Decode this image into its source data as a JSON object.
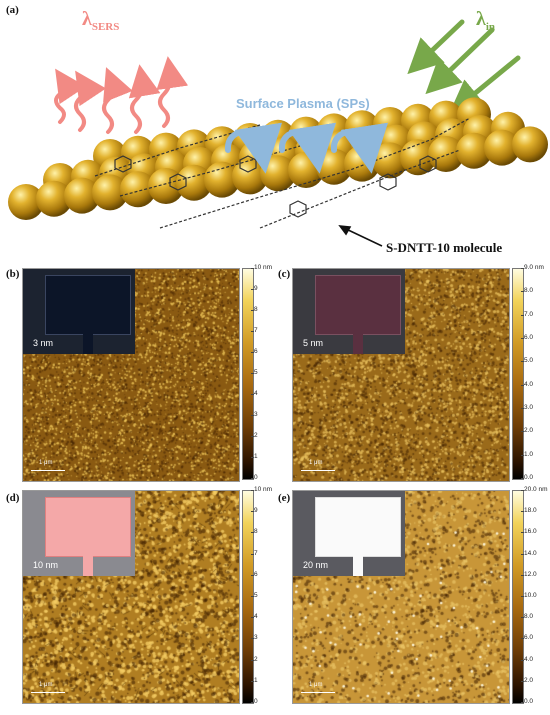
{
  "figure": {
    "panel_labels": {
      "a": "(a)",
      "b": "(b)",
      "c": "(c)",
      "d": "(d)",
      "e": "(e)"
    },
    "schematic": {
      "lambda_sers_main": "λ",
      "lambda_sers_sub": "SERS",
      "lambda_in_main": "λ",
      "lambda_in_sub": "in",
      "plasma_label": "Surface Plasma (SPs)",
      "molecule_label": "S-DNTT-10 molecule",
      "colors": {
        "scattered_arrows": "#f28a84",
        "incident_arrows": "#78a84a",
        "plasma_arrows": "#8fb8dc",
        "gold": "#d8a820"
      }
    },
    "afm_panels": [
      {
        "id": "b",
        "inset_label": "3 nm",
        "scale_bar": "1 μm",
        "colorbar_ticks": [
          "10 nm",
          "9",
          "8",
          "7",
          "6",
          "5",
          "4",
          "3",
          "2",
          "1",
          "0"
        ]
      },
      {
        "id": "c",
        "inset_label": "5 nm",
        "scale_bar": "1 μm",
        "colorbar_ticks": [
          "9.0 nm",
          "8.0",
          "7.0",
          "6.0",
          "5.0",
          "4.0",
          "3.0",
          "2.0",
          "1.0",
          "0.0"
        ]
      },
      {
        "id": "d",
        "inset_label": "10 nm",
        "scale_bar": "1 μm",
        "colorbar_ticks": [
          "10 nm",
          "9",
          "8",
          "7",
          "6",
          "5",
          "4",
          "3",
          "2",
          "1",
          "0"
        ]
      },
      {
        "id": "e",
        "inset_label": "20 nm",
        "scale_bar": "1 μm",
        "colorbar_ticks": [
          "20.0 nm",
          "18.0",
          "16.0",
          "14.0",
          "12.0",
          "10.0",
          "8.0",
          "6.0",
          "4.0",
          "2.0",
          "0.0"
        ]
      }
    ]
  }
}
